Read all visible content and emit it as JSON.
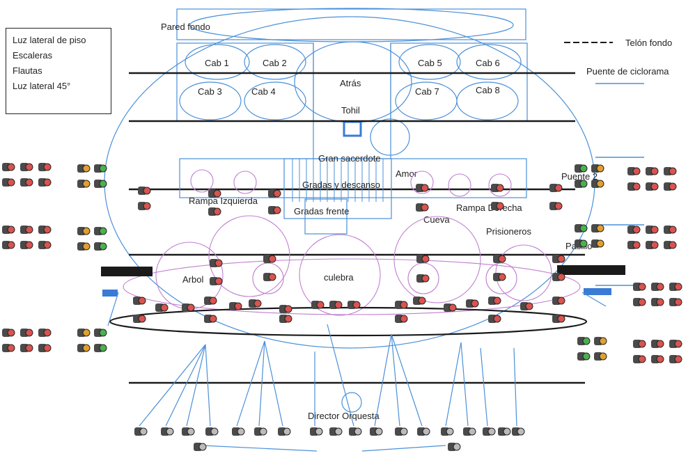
{
  "legend": {
    "items": [
      "Luz lateral de piso",
      "Escaleras",
      "Flautas",
      "Luz lateral 45°"
    ]
  },
  "key": {
    "telon_fondo": "Telón fondo",
    "puente_ciclorama": "Puente de ciclorama"
  },
  "labels": {
    "pared_fondo": "Pared fondo",
    "cab1": "Cab 1",
    "cab2": "Cab 2",
    "cab3": "Cab 3",
    "cab4": "Cab 4",
    "cab5": "Cab 5",
    "cab6": "Cab 6",
    "cab7": "Cab 7",
    "cab8": "Cab 8",
    "atras": "Atrás",
    "tohil": "Tohil",
    "gran_sacerdote": "Gran sacerdote",
    "amor": "Amor",
    "gradas_descanso": "Gradas y descanso",
    "rampa_izquierda": "Rampa Izquierda",
    "gradas_frente": "Gradas frente",
    "rampa_derecha": "Rampa Derecha",
    "cueva": "Cueva",
    "prisioneros": "Prisioneros",
    "puente2": "Puente 2",
    "pasillo": "Pasillo",
    "arbol": "Arbol",
    "culebra": "culebra",
    "director_orquesta": "Director Orquesta"
  },
  "colors": {
    "line": "#1a1a1a",
    "blue": "#4a90d9",
    "purple": "#c07fd1",
    "lamp_body": "#4a4a4a",
    "lamp_red": "#d9534f",
    "lamp_green": "#4caf50",
    "lamp_amber": "#e0a030"
  }
}
